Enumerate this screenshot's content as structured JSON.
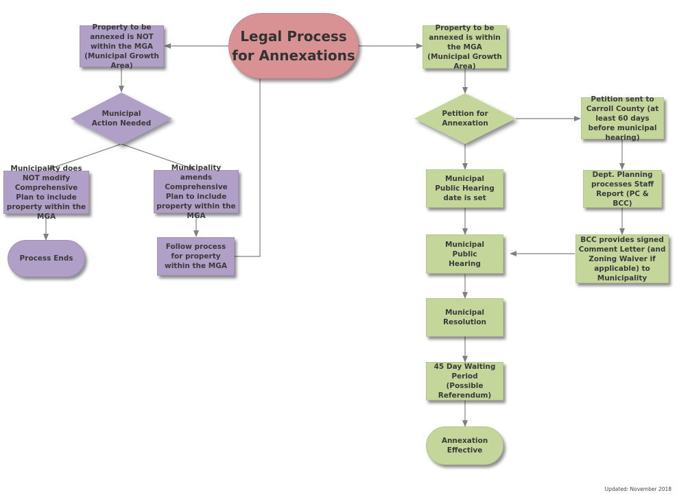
{
  "title": "Legal Process for Annexations",
  "colors": {
    "title_fill": "#d99294",
    "not_in_mga_fill": "#b0a0c8",
    "in_mga_fill": "#c5d69b",
    "connector": "#7f7f7f"
  },
  "left_branch": {
    "start": "Property to be annexed is NOT within the MGA (Municipal Growth Area)",
    "decision": "Municipal Action Needed",
    "option_no_modify": "Municipality does NOT modify Comprehensive Plan to include property within the MGA",
    "option_amend": "Municipality amends Comprehensive Plan to include property within the MGA",
    "end": "Process Ends",
    "follow": "Follow process for property within the MGA"
  },
  "right_branch": {
    "start": "Property to be annexed is within the MGA (Municipal Growth Area)",
    "petition": "Petition for Annexation",
    "petition_sent": "Petition sent to Carroll County (at least 60 days before municipal hearing)",
    "hearing_date": "Municipal Public Hearing date is set",
    "staff_report": "Dept. Planning processes Staff Report (PC & BCC)",
    "hearing": "Municipal Public Hearing",
    "comment_letter": "BCC provides signed Comment Letter (and Zoning Waiver if applicable) to Municipality",
    "resolution": "Municipal Resolution",
    "waiting": "45 Day Waiting Period (Possible Referendum)",
    "effective": "Annexation Effective"
  },
  "footer": "Updated: November 2018"
}
